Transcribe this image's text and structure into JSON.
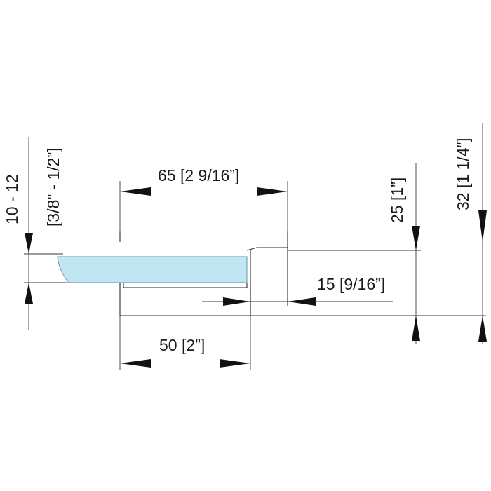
{
  "dimensions": {
    "glass_thickness_mm": "10 - 12",
    "glass_thickness_in": "[3/8” - 1/2”]",
    "clamp_length_top": "65 [2  9/16”]",
    "clamp_length_bottom": "50 [2”]",
    "edge_offset": "15 [9/16”]",
    "mid_height": "25 [1”]",
    "total_height": "32 [1  1/4”]"
  },
  "colors": {
    "glass_fill": "#bfe6f2",
    "glass_stroke": "#7aa6b5",
    "line": "#2a2a2a"
  }
}
